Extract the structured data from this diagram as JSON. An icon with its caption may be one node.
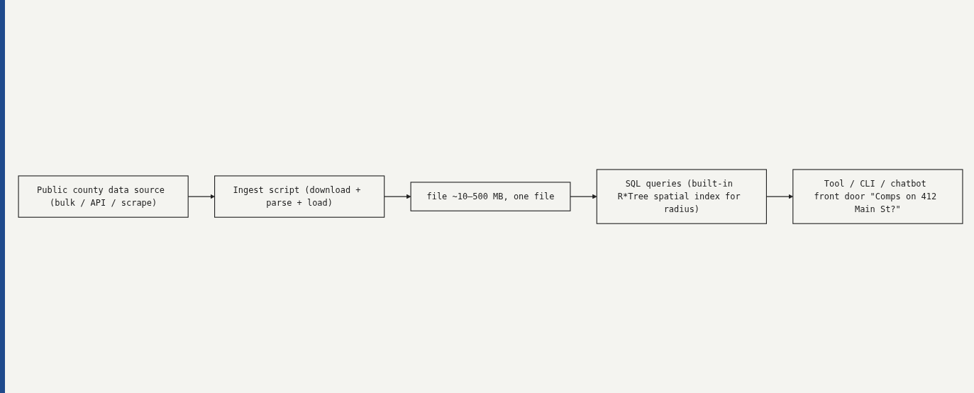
{
  "diagram": {
    "nodes": [
      {
        "text": [
          "Public county data source (bulk / API / scrape)"
        ]
      },
      {
        "text": [
          "Ingest script (download + parse + load)"
        ]
      },
      {
        "text": [
          "file ~10–500 MB, one file"
        ]
      },
      {
        "text": [
          "SQL queries (built-in R*Tree spatial index for radius)"
        ]
      },
      {
        "text": [
          "Tool / CLI / chatbot front door \"Comps on 412 Main St?\""
        ]
      }
    ],
    "edges": [
      {
        "from": 0,
        "to": 1,
        "arrow": "to"
      },
      {
        "from": 1,
        "to": 2,
        "arrow": "to"
      },
      {
        "from": 2,
        "to": 3,
        "arrow": "to"
      },
      {
        "from": 3,
        "to": 4,
        "arrow": "to"
      }
    ]
  }
}
